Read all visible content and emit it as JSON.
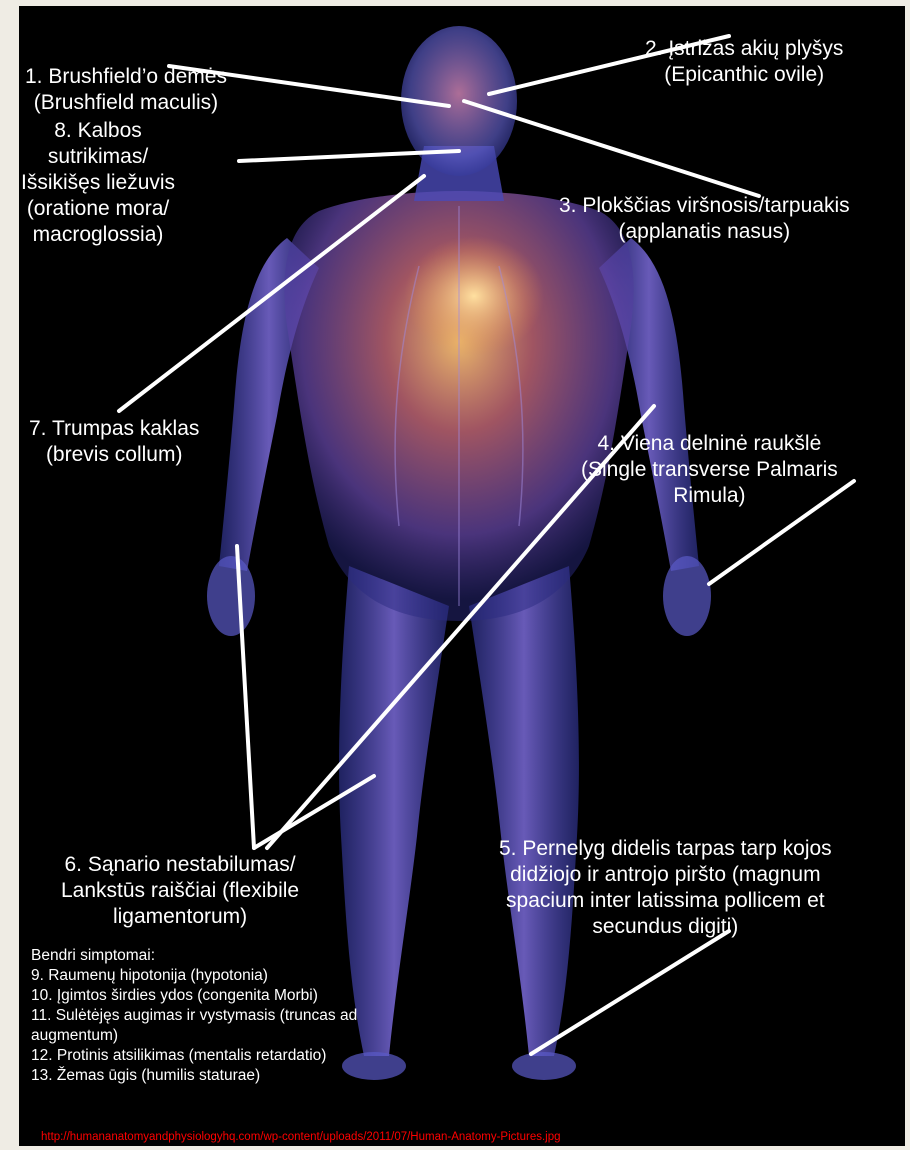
{
  "labels": {
    "l1": [
      "1. Brushfield’o dėmės",
      "(Brushfield maculis)"
    ],
    "l2": [
      "2. Įstrižas akių plyšys",
      "(Epicanthic ovile)"
    ],
    "l3": [
      "3. Plokščias viršnosis/tarpuakis",
      "(applanatis nasus)"
    ],
    "l4": [
      "4. Viena delninė raukšlė",
      "(Single transverse Palmaris",
      "Rimula)"
    ],
    "l5": [
      "5. Pernelyg didelis tarpas tarp kojos",
      "didžiojo ir antrojo piršto (magnum",
      "spacium inter latissima pollicem et",
      "secundus digiti)"
    ],
    "l6": [
      "6. Sąnario nestabilumas/",
      "Lankstūs raiščiai (flexibile",
      "ligamentorum)"
    ],
    "l7": [
      "7. Trumpas kaklas",
      "(brevis collum)"
    ],
    "l8": [
      "8. Kalbos",
      "sutrikimas/",
      "Išsikišęs liežuvis",
      "(oratione mora/",
      "macroglossia)"
    ]
  },
  "common": {
    "title": "Bendri simptomai:",
    "items": [
      "9. Raumenų hipotonija (hypotonia)",
      "10. Įgimtos širdies ydos (congenita Morbi)",
      "11. Sulėtėjęs augimas ir vystymasis (truncas ad",
      "augmentum)",
      "12. Protinis atsilikimas (mentalis retardatio)",
      "13. Žemas ūgis (humilis staturae)"
    ]
  },
  "source": "http://humananatomyandphysiologyhq.com/wp-content/uploads/2011/07/Human-Anatomy-Pictures.jpg",
  "colors": {
    "background": "#000000",
    "page": "#efece4",
    "label_text": "#ffffff",
    "leader_lines": "#ffffff",
    "source_text": "#ff0000",
    "body_glow": "#6a5cc8",
    "torso_glow": "#f0b060"
  }
}
